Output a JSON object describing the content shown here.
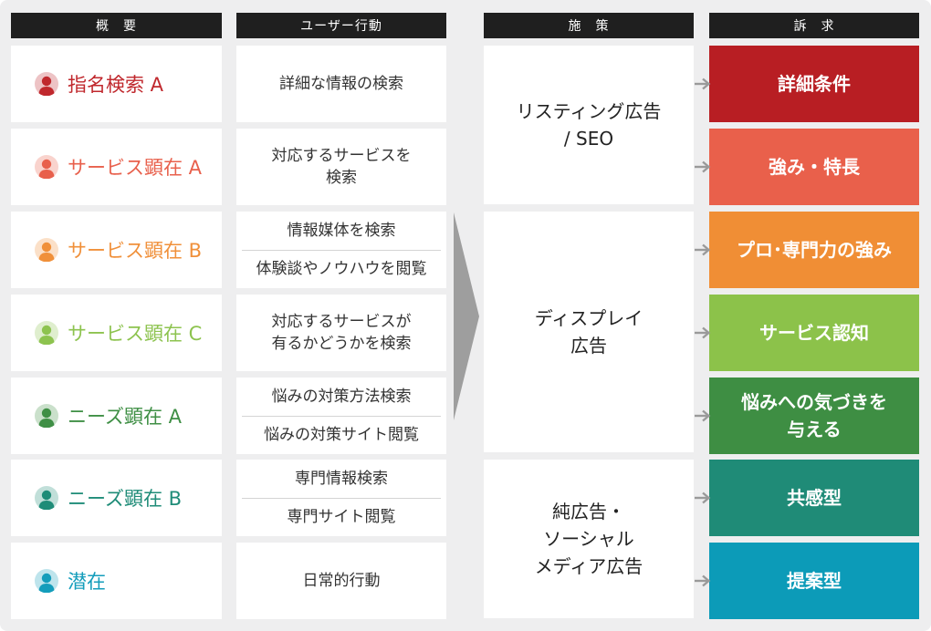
{
  "headers": {
    "overview": "概　要",
    "action": "ユーザー行動",
    "measure": "施　策",
    "appeal": "訴　求"
  },
  "overview": [
    {
      "label": "指名検索 A",
      "color": "#c0282d",
      "icon": "person-icon"
    },
    {
      "label": "サービス顕在 A",
      "color": "#e8604c",
      "icon": "person-icon"
    },
    {
      "label": "サービス顕在 B",
      "color": "#f0903a",
      "icon": "person-icon"
    },
    {
      "label": "サービス顕在 C",
      "color": "#8dc34f",
      "icon": "person-icon"
    },
    {
      "label": "ニーズ顕在 A",
      "color": "#3f8f45",
      "icon": "person-icon"
    },
    {
      "label": "ニーズ顕在 B",
      "color": "#1f8c78",
      "icon": "person-icon"
    },
    {
      "label": "潜在",
      "color": "#149dbb",
      "icon": "person-icon"
    }
  ],
  "actions": [
    {
      "items": [
        "詳細な情報の検索"
      ]
    },
    {
      "items": [
        "対応するサービスを\n検索"
      ]
    },
    {
      "items": [
        "情報媒体を検索",
        "体験談やノウハウを閲覧"
      ]
    },
    {
      "items": [
        "対応するサービスが\n有るかどうかを検索"
      ]
    },
    {
      "items": [
        "悩みの対策方法検索",
        "悩みの対策サイト閲覧"
      ]
    },
    {
      "items": [
        "専門情報検索",
        "専門サイト閲覧"
      ]
    },
    {
      "items": [
        "日常的行動"
      ]
    }
  ],
  "measures": [
    {
      "label": "リスティング広告\n/ SEO"
    },
    {
      "label": "ディスプレイ\n広告"
    },
    {
      "label": "純広告・\nソーシャル\nメディア広告"
    }
  ],
  "appeals": [
    {
      "label": "詳細条件",
      "color": "#b81e23"
    },
    {
      "label": "強み・特長",
      "color": "#e9604b"
    },
    {
      "label": "プロ･専門力の強み",
      "color": "#f08e35"
    },
    {
      "label": "サービス認知",
      "color": "#8cc24a"
    },
    {
      "label": "悩みへの気づきを\n与える",
      "color": "#3e8e43"
    },
    {
      "label": "共感型",
      "color": "#1f8b77"
    },
    {
      "label": "提案型",
      "color": "#0c9bb8"
    }
  ]
}
